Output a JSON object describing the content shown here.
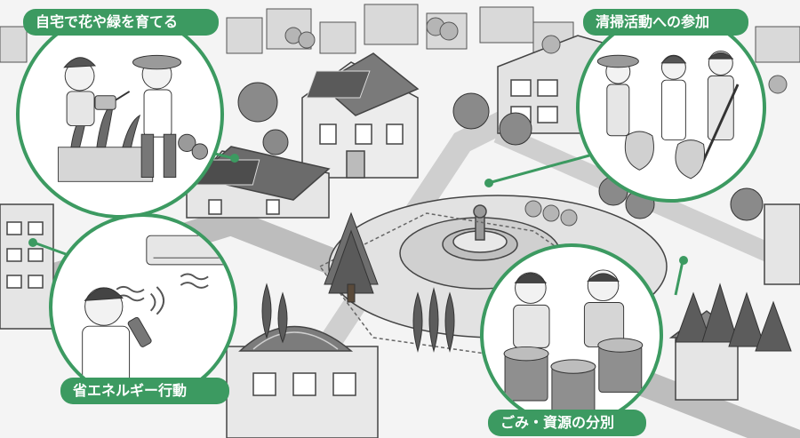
{
  "labels": {
    "gardening": "自宅で花や緑を育てる",
    "cleanup": "清掃活動への参加",
    "energy": "省エネルギー行動",
    "recycling": "ごみ・資源の分別"
  },
  "colors": {
    "accent": "#3c9a61",
    "line": "#444444",
    "ground": "#f4f4f4"
  },
  "icons": [
    "house-icon",
    "solar-panel-icon",
    "tree-icon",
    "fountain-icon",
    "air-conditioner-icon",
    "remote-control-icon",
    "trash-bin-icon",
    "garbage-bag-icon",
    "watering-can-icon"
  ]
}
